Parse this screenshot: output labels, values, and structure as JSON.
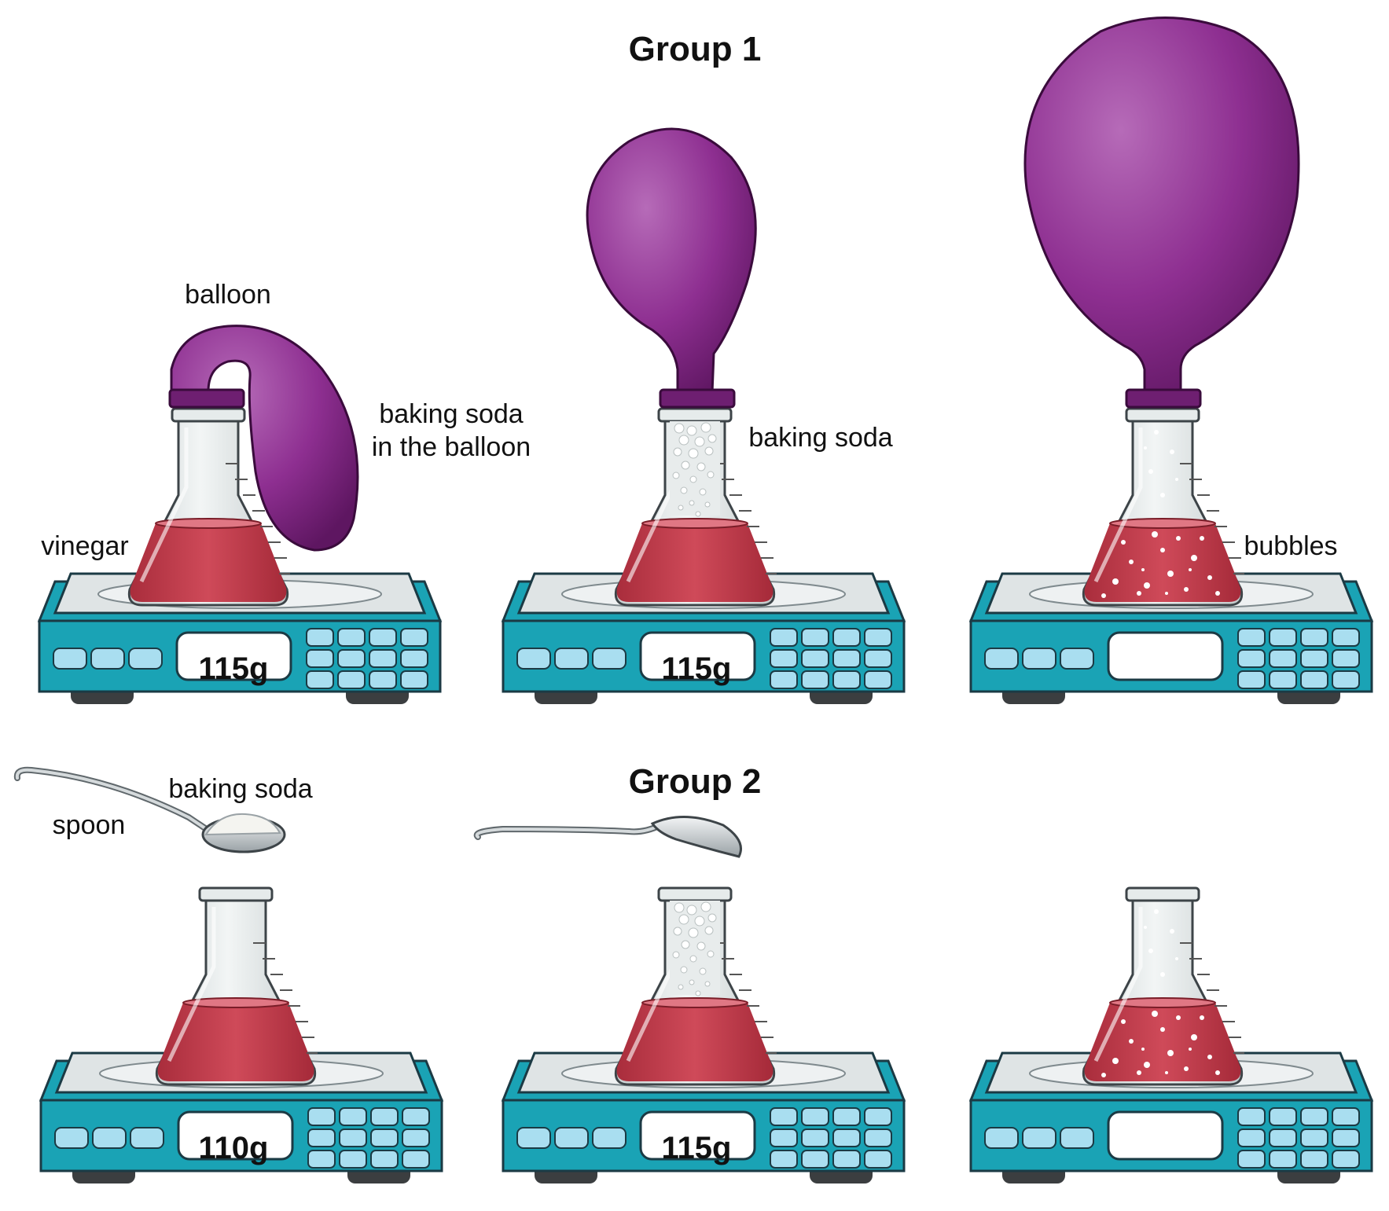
{
  "groups": [
    {
      "title": "Group 1",
      "readings": [
        "115g",
        "115g",
        ""
      ]
    },
    {
      "title": "Group 2",
      "readings": [
        "110g",
        "115g",
        ""
      ]
    }
  ],
  "labels": {
    "balloon": "balloon",
    "baking_soda_in_balloon_line1": "baking soda",
    "baking_soda_in_balloon_line2": "in the balloon",
    "vinegar": "vinegar",
    "baking_soda": "baking soda",
    "bubbles": "bubbles",
    "spoon_baking_soda": "baking soda",
    "spoon": "spoon"
  },
  "colors": {
    "scale_body": "#1aa3b5",
    "scale_keys": "#a9def0",
    "balloon": "#8e2f91",
    "liquid": "#c7404f",
    "glass": "#d9e0e0"
  }
}
